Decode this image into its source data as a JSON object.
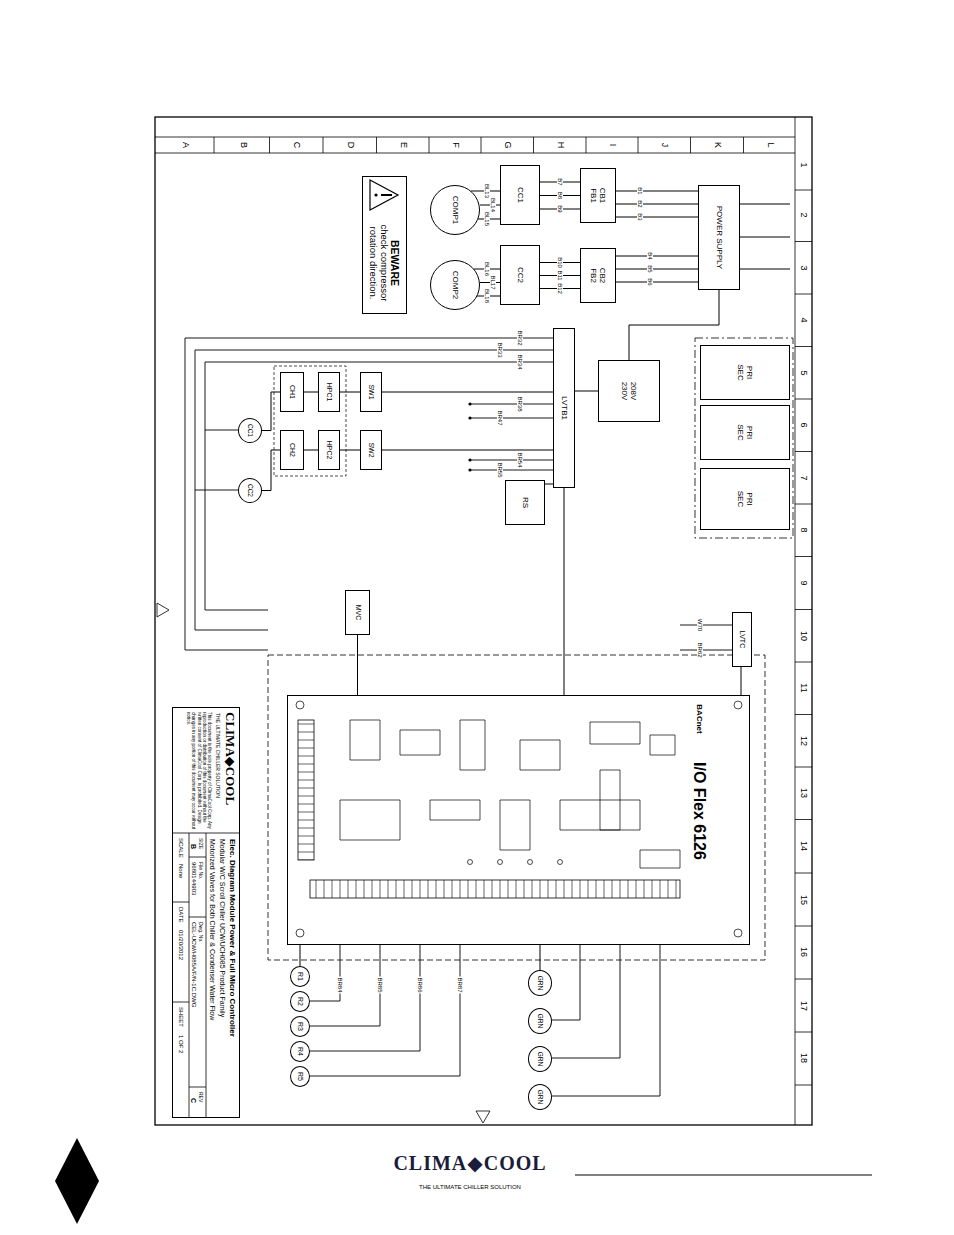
{
  "diagram": {
    "nodes": [
      {
        "text": [
          "POWER SUPPLY"
        ]
      },
      {
        "text": [
          "CB1",
          "FB1"
        ]
      },
      {
        "text": [
          "CB2",
          "FB2"
        ]
      },
      {
        "text": [
          "CC1"
        ]
      },
      {
        "text": [
          "CC2"
        ]
      },
      {
        "text": [
          "COMP1"
        ]
      },
      {
        "text": [
          "COMP2"
        ]
      },
      {
        "text": [
          "BEWARE",
          "check compressor rotation direction."
        ]
      },
      {
        "text": [
          "LVTB1"
        ]
      },
      {
        "text": [
          "208V",
          "230V"
        ]
      },
      {
        "text": [
          "PRI",
          "SEC"
        ]
      },
      {
        "text": [
          "PRI",
          "SEC"
        ]
      },
      {
        "text": [
          "PRI",
          "SEC"
        ]
      },
      {
        "text": [
          "SW1"
        ]
      },
      {
        "text": [
          "SW2"
        ]
      },
      {
        "text": [
          "HPC1"
        ]
      },
      {
        "text": [
          "HPC2"
        ]
      },
      {
        "text": [
          "CH1"
        ]
      },
      {
        "text": [
          "CH2"
        ]
      },
      {
        "text": [
          "CC1"
        ]
      },
      {
        "text": [
          "CC2"
        ]
      },
      {
        "text": [
          "RS"
        ]
      },
      {
        "text": [
          "MVC"
        ]
      },
      {
        "text": [
          "LVTC"
        ]
      },
      {
        "text": [
          "BACnet",
          "I/O Flex 6126"
        ]
      },
      {
        "text": [
          "CLIMA◆COOL",
          "THE ULTIMATE CHILLER SOLUTION",
          "This document is the sole property of ClimaCool Corp. Any reproduction or distribution of this document without the written consent of ClimaCool Corp. is prohibited. Design changes in any portion of this document may occur without notice.",
          "Elec. Diagram Module Power & Full Micro Controller",
          "Modular W/C Scroll Chiller UCW/UCH085 Product Family",
          "Motorized Valves for Both Chiller & Condenser Water Flow",
          "SIZE",
          "B",
          "File No.",
          "9680144903",
          "Dwg. No.",
          "CEL-UCW/H085A/F/N-1C.DWG",
          "REV",
          "C",
          "SCALE",
          "None",
          "DATE",
          "01/20/2012",
          "SHEET",
          "1 OF 2"
        ]
      },
      {
        "text": [
          "R1"
        ]
      },
      {
        "text": [
          "R2"
        ]
      },
      {
        "text": [
          "R3"
        ]
      },
      {
        "text": [
          "R4"
        ]
      },
      {
        "text": [
          "R5"
        ]
      },
      {
        "text": [
          "GRN"
        ]
      },
      {
        "text": [
          "GRN"
        ]
      },
      {
        "text": [
          "GRN"
        ]
      },
      {
        "text": [
          "GRN"
        ]
      }
    ],
    "edges": [
      {
        "from": 0,
        "to": 1,
        "arrow": "none"
      },
      {
        "from": 0,
        "to": 2,
        "arrow": "none"
      },
      {
        "from": 1,
        "to": 3,
        "arrow": "none"
      },
      {
        "from": 2,
        "to": 4,
        "arrow": "none"
      },
      {
        "from": 3,
        "to": 5,
        "arrow": "none"
      },
      {
        "from": 4,
        "to": 6,
        "arrow": "none"
      },
      {
        "from": 0,
        "to": 9,
        "arrow": "none"
      },
      {
        "from": 9,
        "to": 8,
        "arrow": "none"
      },
      {
        "from": 8,
        "to": 13,
        "arrow": "none"
      },
      {
        "from": 8,
        "to": 14,
        "arrow": "none"
      },
      {
        "from": 13,
        "to": 15,
        "arrow": "none"
      },
      {
        "from": 14,
        "to": 16,
        "arrow": "none"
      },
      {
        "from": 15,
        "to": 17,
        "arrow": "none"
      },
      {
        "from": 16,
        "to": 18,
        "arrow": "none"
      },
      {
        "from": 17,
        "to": 19,
        "arrow": "none"
      },
      {
        "from": 18,
        "to": 20,
        "arrow": "none"
      },
      {
        "from": 8,
        "to": 21,
        "arrow": "none"
      },
      {
        "from": 22,
        "to": 24,
        "arrow": "none"
      },
      {
        "from": 23,
        "to": 24,
        "arrow": "none"
      },
      {
        "from": 8,
        "to": 24,
        "arrow": "none"
      },
      {
        "from": 24,
        "to": 26,
        "arrow": "none"
      },
      {
        "from": 24,
        "to": 31,
        "arrow": "none"
      }
    ],
    "labels": [
      "A",
      "B",
      "C",
      "D",
      "E",
      "F",
      "G",
      "H",
      "I",
      "J",
      "K",
      "L",
      "1",
      "2",
      "3",
      "4",
      "5",
      "6",
      "7",
      "8",
      "9",
      "10",
      "11",
      "12",
      "13",
      "14",
      "15",
      "16",
      "17",
      "18",
      "B1",
      "B2",
      "B3",
      "B4",
      "B5",
      "B6",
      "B7",
      "B8",
      "B9",
      "B10",
      "B11",
      "B12",
      "BL13",
      "BL14",
      "BL15",
      "BL16",
      "BL17",
      "BL18",
      "BR32",
      "BR33",
      "BR34",
      "BR38",
      "BR47",
      "BR54",
      "BR55",
      "W70",
      "BR62",
      "BR84",
      "BR85",
      "BR86",
      "BR87",
      "CLIMA◆COOL",
      "THE ULTIMATE CHILLER SOLUTION"
    ]
  }
}
